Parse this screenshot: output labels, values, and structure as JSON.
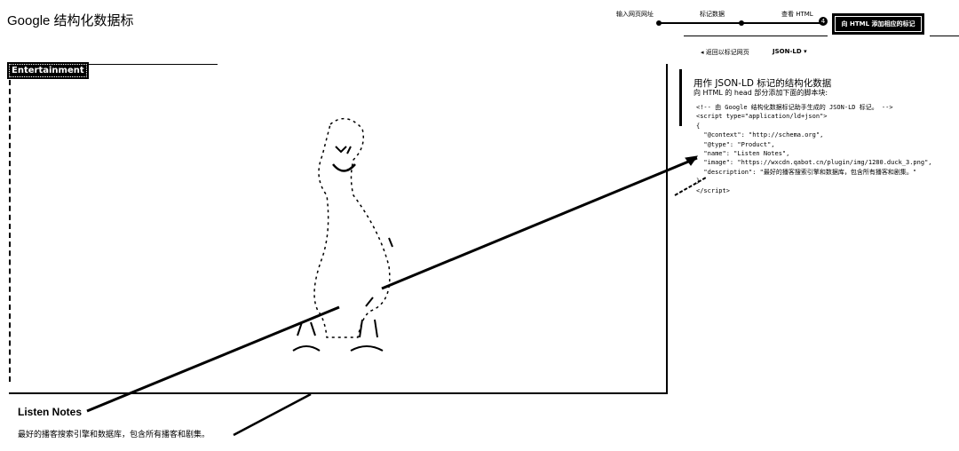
{
  "header": {
    "title": "Google 结构化数据标",
    "steps": [
      {
        "label": "输入网页网址"
      },
      {
        "label": "标记数据"
      },
      {
        "label": "查看 HTML"
      },
      {
        "label": "向 HTML 添加相应的标记",
        "active": true
      }
    ],
    "active_step_number": "4"
  },
  "toolbar": {
    "back_link": "◂ 返回以标记网页",
    "format_select": "JSON-LD ▾"
  },
  "preview": {
    "category_badge": "Entertainment",
    "item_name": "Listen Notes",
    "item_description": "最好的播客搜索引擎和数据库，包含所有播客和剧集。"
  },
  "code_panel": {
    "title": "用作 JSON-LD 标记的结构化数据",
    "subtitle": "向 HTML 的 head 部分添加下面的脚本块:",
    "lines": [
      "<!-- 由 Google 结构化数据标记助手生成的 JSON-LD 标记。 -->",
      "<script type=\"application/ld+json\">",
      "{",
      "  \"@context\": \"http://schema.org\",",
      "  \"@type\": \"Product\",",
      "  \"name\": \"Listen Notes\",",
      "  \"image\": \"https://wxcdn.qabot.cn/plugin/img/1280.duck_3.png\",",
      "  \"description\": \"最好的播客搜索引擎和数据库，包含所有播客和剧集。\"",
      "}",
      "</script>"
    ]
  }
}
